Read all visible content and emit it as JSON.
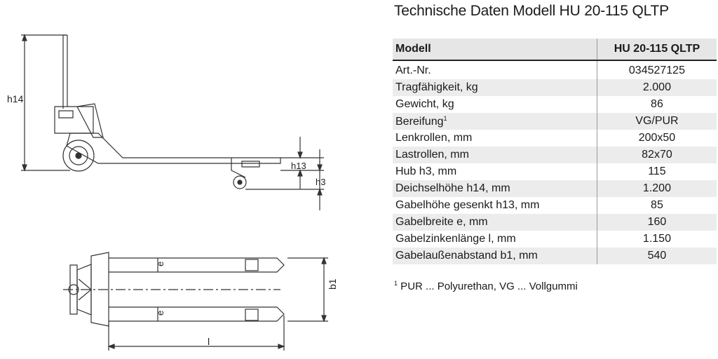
{
  "title": "Technische Daten Modell HU 20-115 QLTP",
  "table": {
    "header": [
      "Modell",
      "HU 20-115 QLTP"
    ],
    "rows": [
      {
        "label": "Art.-Nr.",
        "value": "034527125"
      },
      {
        "label": "Tragfähigkeit, kg",
        "value": "2.000"
      },
      {
        "label": "Gewicht, kg",
        "value": "86"
      },
      {
        "label": "Bereifung",
        "sup": "1",
        "value": "VG/PUR"
      },
      {
        "label": "Lenkrollen, mm",
        "value": "200x50"
      },
      {
        "label": "Lastrollen, mm",
        "value": "82x70"
      },
      {
        "label": "Hub h3, mm",
        "value": "115"
      },
      {
        "label": "Deichselhöhe h14, mm",
        "value": "1.200"
      },
      {
        "label": "Gabelhöhe gesenkt h13, mm",
        "value": "85"
      },
      {
        "label": "Gabelbreite e, mm",
        "value": "160"
      },
      {
        "label": "Gabelzinkenlänge l, mm",
        "value": "1.150"
      },
      {
        "label": "Gabelaußenabstand b1, mm",
        "value": "540"
      }
    ]
  },
  "footnote": {
    "sup": "1",
    "text": " PUR ... Polyurethan, VG ... Vollgummi"
  },
  "drawing": {
    "h14": "h14",
    "h13": "h13",
    "h3": "h3",
    "e_top": "e",
    "e_bottom": "e",
    "b1": "b1",
    "l": "l"
  }
}
